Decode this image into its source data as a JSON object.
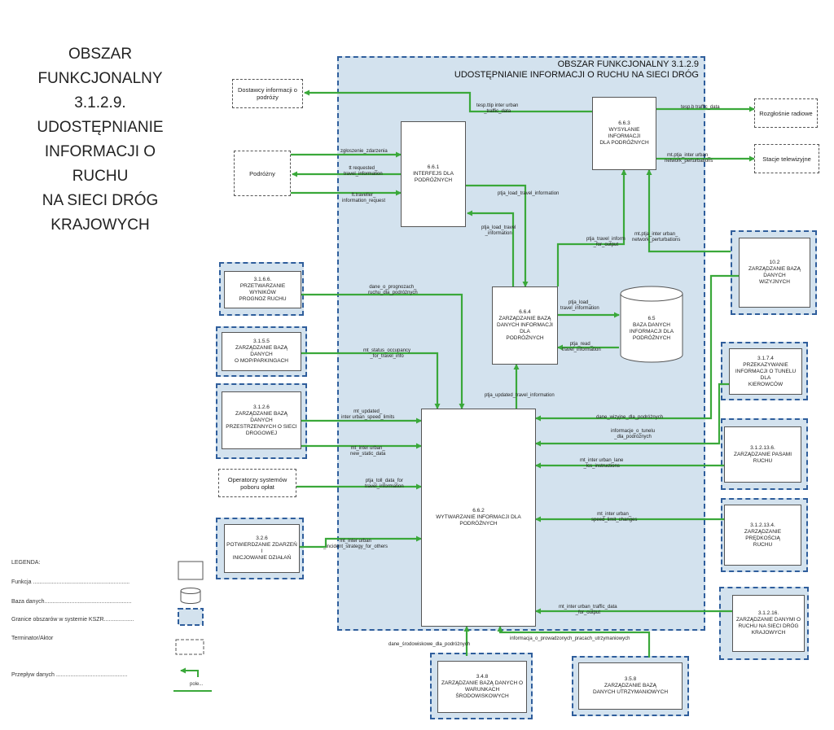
{
  "page_title": "OBSZAR\nFUNKCJONALNY\n3.1.2.9.\nUDOSTĘPNIANIE\nINFORMACJI O RUCHU\nNA SIECI DRÓG\nKRAJOWYCH",
  "main_area": {
    "title_line1": "OBSZAR FUNKCJONALNY 3.1.2.9",
    "title_line2": "UDOSTĘPNIANIE INFORMACJI O RUCHU NA SIECI DRÓG"
  },
  "functions": {
    "f661": "6.6.1\nINTERFEJS DLA\nPODRÓŻNYCH",
    "f663": "6.6.3\nWYSYŁANIE INFORMACJI\nDLA PODRÓŻNYCH",
    "f664": "6.6.4\nZARZĄDZANIE BAZĄ\nDANYCH INFORMACJI DLA\nPODRÓŻNYCH",
    "f662": "6.6.2\nWYTWARZANIE INFORMACJI DLA PODRÓŻNYCH",
    "db65": "6.5\nBAZA DANYCH\nINFORMACJI DLA\nPODRÓŻNYCH"
  },
  "terminators": {
    "dostawcy": "Dostawcy informacji o\npodróży",
    "podrozny": "Podróżny",
    "operatorzy": "Operatorzy systemów\npoboru opłat",
    "rozglosnie": "Rozgłośnie radiowe",
    "stacje": "Stacje telewizyjne"
  },
  "external_functions": {
    "e3166": "3.1.6.6.\nPRZETWARZANIE WYNIKÓW\nPROGNOZ RUCHU",
    "e3155": "3.1.5.5\nZARZĄDZANIE BAZĄ DANYCH\nO MOP/PARKINGACH",
    "e3126": "3.1.2.6\nZARZĄDZANIE BAZĄ DANYCH\nPRZESTRZENNYCH O SIECI\nDROGOWEJ",
    "e326": "3.2.6\nPOTWIERDZANIE ZDARZEŃ I\nINICJOWANIE DZIAŁAŃ",
    "e102": "10.2\nZARZĄDZANIE BAZĄ DANYCH\nWIZYJNYCH",
    "e3174": "3.1.7.4\nPRZEKAZYWANIE\nINFORMACJI O TUNELU DLA\nKIEROWCÓW",
    "e31236": "3.1.2.13.6.\nZARZĄDZANIE PASAMI RUCHU",
    "e31234": "3.1.2.13.4.\nZARZĄDZANIE PRĘDKOŚCIĄ\nRUCHU",
    "e31216": "3.1.2.16.\nZARZĄDZANIE DANYMI O\nRUCHU NA SIECI DRÓG\nKRAJOWYCH",
    "e348": "3.4.8\nZARZĄDZANIE BAZĄ DANYCH O\nWARUNKACH ŚRODOWISKOWYCH",
    "e358": "3.5.8\nZARZĄDZANIE BAZĄ\nDANYCH UTRZYMANIOWYCH"
  },
  "flows": {
    "tesp_inter_urban": "tesp.ttip inter urban\n_traffic_data",
    "tesp_traffic": "tesp.b traffic_data",
    "network_pert_tv": "mt.ptja_inter urban_\nnetwork_perturbations",
    "zgloszenie": "zgłoszenie_zdarzenia",
    "tt_requested": "tt requested_\ntravel_information",
    "ft_traveller": "ft.traveller_\ninformation_request",
    "load_travel_1": "ptja_load_travel_information",
    "load_travel_2": "ptja_load_travel\n_information",
    "travel_for_output": "ptja_travel_inform\n_for_output",
    "network_pert_2": "mt.ptja_inter urban_\nnetwork_perturbations",
    "prognozach": "dane_o_prognozach_\nruchu_dla_podróżnych",
    "load_db": "ptja_load_\ntravel_information",
    "read_db": "ptja_read_\ntravel_information",
    "status_occupancy": "mt_status_occupancy\n_for_travel_info",
    "updated_travel": "ptja_updated_travel_information",
    "speed_limits": "mt_updated_\ninter urban_speed_limits",
    "static_data": "mt_inter urban_\nnew_static_data",
    "toll_data": "ptja_toll_data_for\ntravel_information",
    "incident": "mt_inter urban\n_incident_strategy_for_others",
    "wizyjne": "dane_wizyjne_dla_podróżnych",
    "tunelu": "informacje_o_tunelu\n_dla_podróżnych",
    "lane": "mt_inter urban_lane\n_lcs_instructions",
    "speed_changes": "mt_inter urban_\nspeed_limit_changes",
    "traffic_output": "mt_inter urban_traffic_data\n_for_output",
    "srodowiskowe": "dane_środowiskowe_dla_podróżnych",
    "utrzymaniowe": "informacja_o_prowadzonych_pracach_utrzymaniowych"
  },
  "legend": {
    "title": "LEGENDA:",
    "funkcja": "Funkcja .............................................................",
    "baza": "Baza danych.......................................................",
    "granice": "Granice obszarów w systemie KSZR...................",
    "terminator": "Terminator/Aktor",
    "przeplyw": "Przepływ danych .............................................",
    "flow_label": "pole..."
  },
  "colors": {
    "area_fill": "#d3e2ee",
    "area_border": "#2f5e9c",
    "flow": "#3aa83a"
  }
}
